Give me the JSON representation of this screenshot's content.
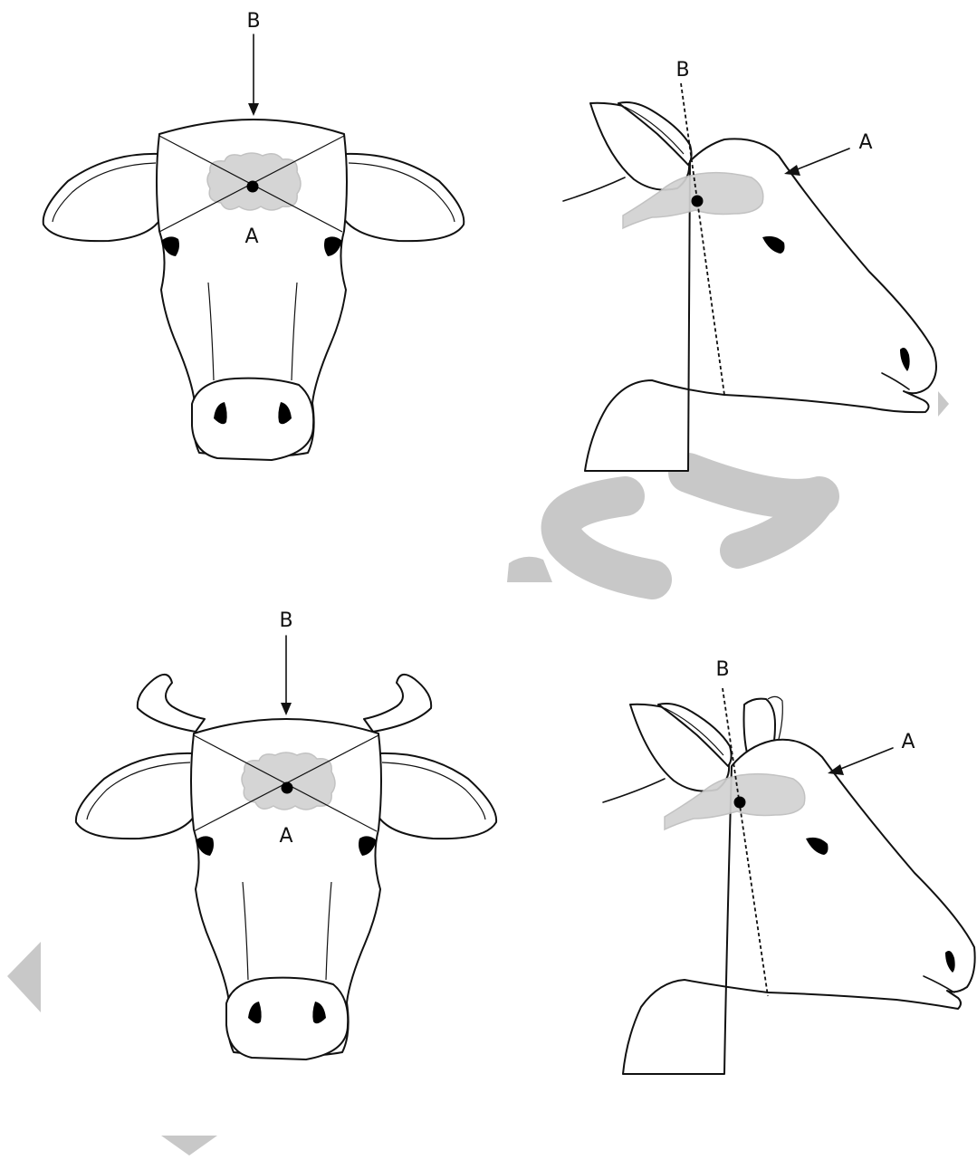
{
  "figures": [
    {
      "id": "hornless-front",
      "label_a": "A",
      "label_b": "B"
    },
    {
      "id": "hornless-side",
      "label_a": "A",
      "label_b": "B"
    },
    {
      "id": "horned-front",
      "label_a": "A",
      "label_b": "B"
    },
    {
      "id": "horned-side",
      "label_a": "A",
      "label_b": "B"
    }
  ],
  "colors": {
    "outline": "#111111",
    "brain": "#d2d2d2",
    "watermark": "#c8c8c8",
    "background": "#ffffff"
  }
}
